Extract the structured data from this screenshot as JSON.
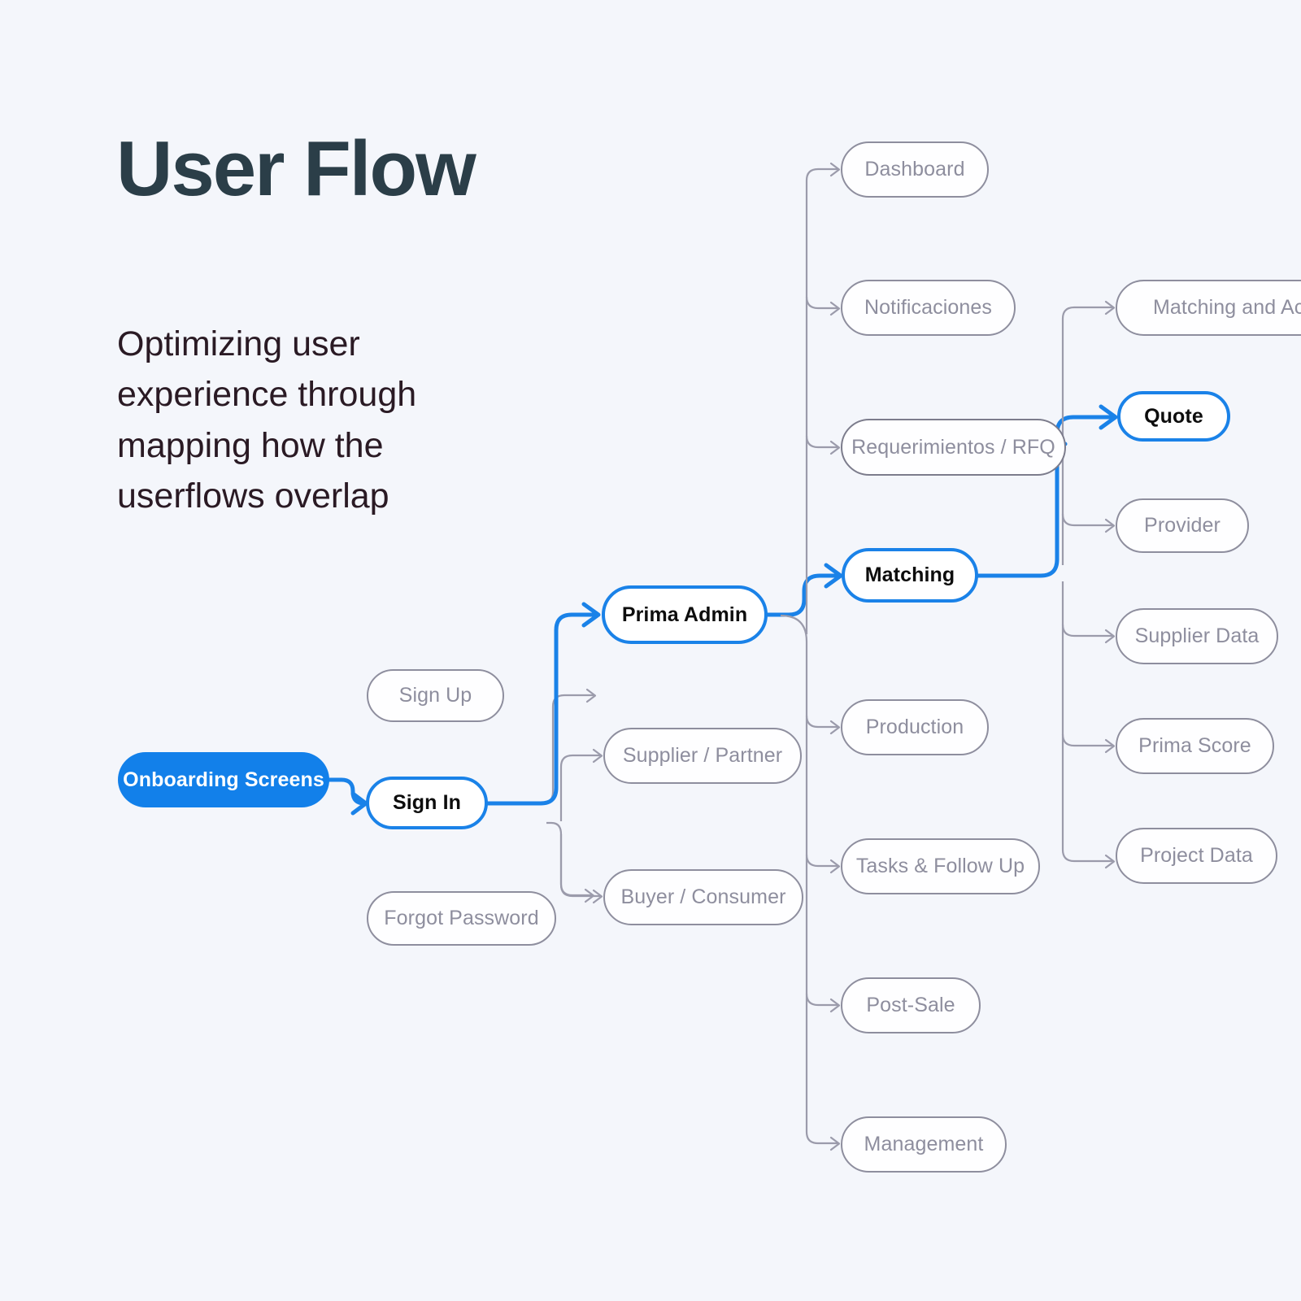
{
  "page": {
    "background_color": "#f4f6fb",
    "title": "User Flow",
    "subtitle": "Optimizing user experience through mapping how the userflows overlap",
    "accent_color": "#1a82e8",
    "title_color": "#2b3e48",
    "node_border_color": "#8e8e9e",
    "node_text_color": "#8e8e9e"
  },
  "nodes": {
    "onboarding_screens": {
      "label": "Onboarding Screens",
      "style": "filled-blue"
    },
    "sign_up": {
      "label": "Sign Up",
      "style": "default"
    },
    "sign_in": {
      "label": "Sign In",
      "style": "blue-outline"
    },
    "forgot_password": {
      "label": "Forgot Password",
      "style": "default"
    },
    "prima_admin": {
      "label": "Prima Admin",
      "style": "blue-outline"
    },
    "supplier_partner": {
      "label": "Supplier / Partner",
      "style": "default"
    },
    "buyer_consumer": {
      "label": "Buyer / Consumer",
      "style": "default"
    },
    "dashboard": {
      "label": "Dashboard",
      "style": "default"
    },
    "notificaciones": {
      "label": "Notificaciones",
      "style": "default"
    },
    "requerimientos_rfq": {
      "label": "Requerimientos / RFQ",
      "style": "default-strong"
    },
    "matching": {
      "label": "Matching",
      "style": "blue-outline"
    },
    "production": {
      "label": "Production",
      "style": "default"
    },
    "tasks_follow_up": {
      "label": "Tasks & Follow Up",
      "style": "default"
    },
    "post_sale": {
      "label": "Post-Sale",
      "style": "default"
    },
    "management": {
      "label": "Management",
      "style": "default"
    },
    "matching_and_act": {
      "label": "Matching and Act",
      "style": "default",
      "truncated": true
    },
    "quote": {
      "label": "Quote",
      "style": "blue-outline"
    },
    "provider": {
      "label": "Provider",
      "style": "default"
    },
    "supplier_data": {
      "label": "Supplier Data",
      "style": "default"
    },
    "prima_score": {
      "label": "Prima Score",
      "style": "default"
    },
    "project_data": {
      "label": "Project  Data",
      "style": "default"
    }
  },
  "edges": [
    {
      "from": "onboarding_screens",
      "to": "sign_in",
      "color": "blue"
    },
    {
      "from": "sign_in",
      "to": "sign_up",
      "color": "grey"
    },
    {
      "from": "sign_in",
      "to": "forgot_password",
      "color": "grey"
    },
    {
      "from": "sign_in",
      "to": "prima_admin",
      "color": "blue"
    },
    {
      "from": "sign_in",
      "to": "supplier_partner",
      "color": "grey"
    },
    {
      "from": "sign_in",
      "to": "buyer_consumer",
      "color": "grey"
    },
    {
      "from": "prima_admin",
      "to": "matching",
      "color": "blue"
    },
    {
      "from": "prima_admin",
      "to": "dashboard",
      "color": "grey"
    },
    {
      "from": "prima_admin",
      "to": "notificaciones",
      "color": "grey"
    },
    {
      "from": "prima_admin",
      "to": "requerimientos_rfq",
      "color": "grey"
    },
    {
      "from": "prima_admin",
      "to": "production",
      "color": "grey"
    },
    {
      "from": "prima_admin",
      "to": "tasks_follow_up",
      "color": "grey"
    },
    {
      "from": "prima_admin",
      "to": "post_sale",
      "color": "grey"
    },
    {
      "from": "prima_admin",
      "to": "management",
      "color": "grey"
    },
    {
      "from": "matching",
      "to": "quote",
      "color": "blue"
    },
    {
      "from": "matching",
      "to": "matching_and_act",
      "color": "grey"
    },
    {
      "from": "matching",
      "to": "provider",
      "color": "grey"
    },
    {
      "from": "matching",
      "to": "supplier_data",
      "color": "grey"
    },
    {
      "from": "matching",
      "to": "prima_score",
      "color": "grey"
    },
    {
      "from": "matching",
      "to": "project_data",
      "color": "grey"
    }
  ]
}
